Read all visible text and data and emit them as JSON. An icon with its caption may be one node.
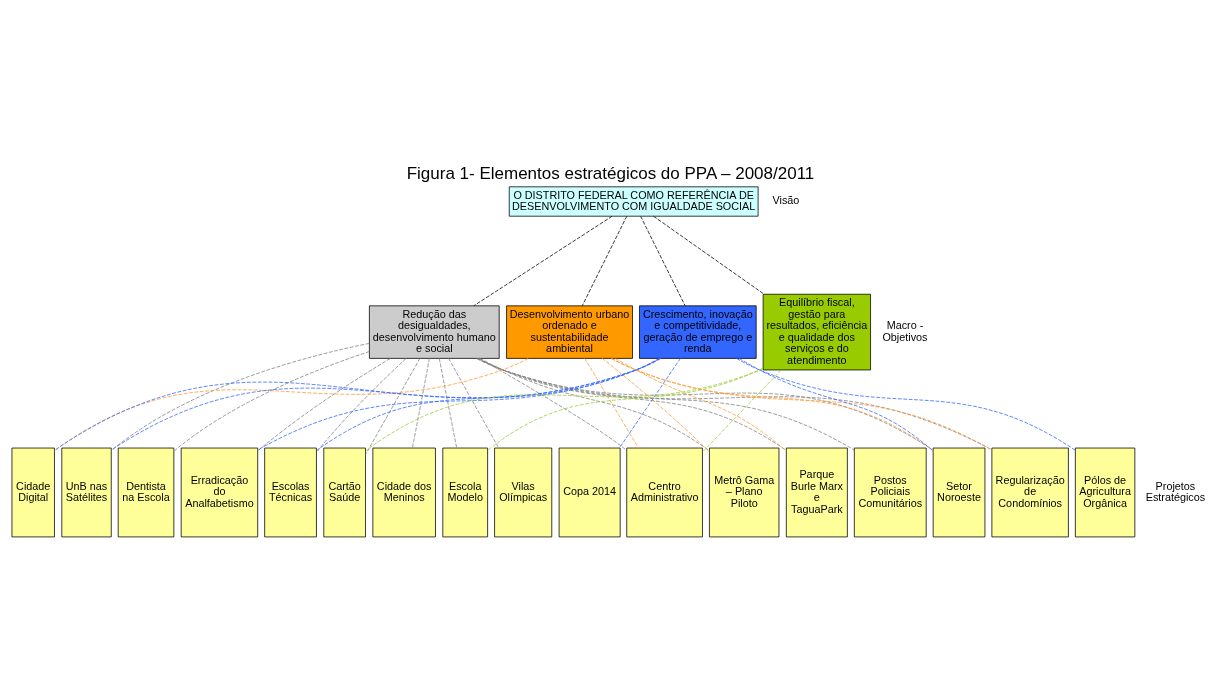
{
  "diagram": {
    "title": "Figura 1- Elementos estratégicos do PPA – 2008/2011",
    "nodes": [
      {
        "text": [
          "O DISTRITO FEDERAL COMO REFERÊNCIA DE DESENVOLVIMENTO COM IGUALDADE SOCIAL"
        ]
      },
      {
        "text": [
          "Redução das desigualdades, desenvolvimento humano e social"
        ]
      },
      {
        "text": [
          "Desenvolvimento urbano ordenado e sustentabilidade ambiental"
        ]
      },
      {
        "text": [
          "Crescimento, inovação e competitividade, geração de emprego e renda"
        ]
      },
      {
        "text": [
          "Equilíbrio fiscal, gestão para resultados, eficiência e qualidade dos serviços e do atendimento"
        ]
      },
      {
        "text": [
          "Cidade Digital"
        ]
      },
      {
        "text": [
          "UnB nas Satélites"
        ]
      },
      {
        "text": [
          "Dentista na Escola"
        ]
      },
      {
        "text": [
          "Erradicação do Analfabetismo"
        ]
      },
      {
        "text": [
          "Escolas Técnicas"
        ]
      },
      {
        "text": [
          "Cartão Saúde"
        ]
      },
      {
        "text": [
          "Cidade dos Meninos"
        ]
      },
      {
        "text": [
          "Escola Modelo"
        ]
      },
      {
        "text": [
          "Vilas Olímpicas"
        ]
      },
      {
        "text": [
          "Copa 2014"
        ]
      },
      {
        "text": [
          "Centro Administrativo"
        ]
      },
      {
        "text": [
          "Metrô Gama – Plano Piloto"
        ]
      },
      {
        "text": [
          "Parque Burle Marx e TaguaPark"
        ]
      },
      {
        "text": [
          "Postos Policiais Comunitários"
        ]
      },
      {
        "text": [
          "Setor Noroeste"
        ]
      },
      {
        "text": [
          "Regularização de Condomínios"
        ]
      },
      {
        "text": [
          "Pólos de Agricultura Orgânica"
        ]
      }
    ],
    "edges": [
      {
        "from": 0,
        "to": 1,
        "arrow": "none",
        "style": "dashed",
        "color": "#000000"
      },
      {
        "from": 0,
        "to": 2,
        "arrow": "none",
        "style": "dashed",
        "color": "#000000"
      },
      {
        "from": 0,
        "to": 3,
        "arrow": "none",
        "style": "dashed",
        "color": "#000000"
      },
      {
        "from": 0,
        "to": 4,
        "arrow": "none",
        "style": "dashed",
        "color": "#000000"
      },
      {
        "from": 1,
        "to": 6,
        "arrow": "none",
        "style": "dashed",
        "color": "#808080"
      },
      {
        "from": 1,
        "to": 7,
        "arrow": "none",
        "style": "dashed",
        "color": "#808080"
      },
      {
        "from": 1,
        "to": 8,
        "arrow": "none",
        "style": "dashed",
        "color": "#808080"
      },
      {
        "from": 1,
        "to": 9,
        "arrow": "none",
        "style": "dashed",
        "color": "#808080"
      },
      {
        "from": 1,
        "to": 10,
        "arrow": "none",
        "style": "dashed",
        "color": "#808080"
      },
      {
        "from": 1,
        "to": 11,
        "arrow": "none",
        "style": "dashed",
        "color": "#808080"
      },
      {
        "from": 1,
        "to": 12,
        "arrow": "none",
        "style": "dashed",
        "color": "#808080"
      },
      {
        "from": 1,
        "to": 13,
        "arrow": "none",
        "style": "dashed",
        "color": "#808080"
      },
      {
        "from": 1,
        "to": 15,
        "arrow": "none",
        "style": "dashed",
        "color": "#808080"
      },
      {
        "from": 1,
        "to": 16,
        "arrow": "none",
        "style": "dashed",
        "color": "#808080"
      },
      {
        "from": 1,
        "to": 17,
        "arrow": "none",
        "style": "dashed",
        "color": "#808080"
      },
      {
        "from": 1,
        "to": 18,
        "arrow": "none",
        "style": "dashed",
        "color": "#808080"
      },
      {
        "from": 1,
        "to": 19,
        "arrow": "none",
        "style": "dashed",
        "color": "#808080"
      },
      {
        "from": 1,
        "to": 20,
        "arrow": "none",
        "style": "dashed",
        "color": "#808080"
      },
      {
        "from": 2,
        "to": 5,
        "arrow": "none",
        "style": "dashed",
        "color": "#ff9933"
      },
      {
        "from": 2,
        "to": 15,
        "arrow": "none",
        "style": "dashed",
        "color": "#ff9933"
      },
      {
        "from": 2,
        "to": 16,
        "arrow": "none",
        "style": "dashed",
        "color": "#ff9933"
      },
      {
        "from": 2,
        "to": 17,
        "arrow": "none",
        "style": "dashed",
        "color": "#ff9933"
      },
      {
        "from": 2,
        "to": 19,
        "arrow": "none",
        "style": "dashed",
        "color": "#ff9933"
      },
      {
        "from": 2,
        "to": 20,
        "arrow": "none",
        "style": "dashed",
        "color": "#ff9933"
      },
      {
        "from": 3,
        "to": 5,
        "arrow": "none",
        "style": "dashed",
        "color": "#3366ff"
      },
      {
        "from": 3,
        "to": 6,
        "arrow": "none",
        "style": "dashed",
        "color": "#3366ff"
      },
      {
        "from": 3,
        "to": 8,
        "arrow": "none",
        "style": "dashed",
        "color": "#3366ff"
      },
      {
        "from": 3,
        "to": 9,
        "arrow": "none",
        "style": "dashed",
        "color": "#3366ff"
      },
      {
        "from": 3,
        "to": 14,
        "arrow": "none",
        "style": "dashed",
        "color": "#3366ff"
      },
      {
        "from": 3,
        "to": 19,
        "arrow": "none",
        "style": "dashed",
        "color": "#3366ff"
      },
      {
        "from": 3,
        "to": 21,
        "arrow": "none",
        "style": "dashed",
        "color": "#3366ff"
      },
      {
        "from": 4,
        "to": 10,
        "arrow": "none",
        "style": "dashed",
        "color": "#99cc33"
      },
      {
        "from": 4,
        "to": 12,
        "arrow": "none",
        "style": "dashed",
        "color": "#99cc33"
      },
      {
        "from": 4,
        "to": 15,
        "arrow": "none",
        "style": "dashed",
        "color": "#99cc33"
      }
    ],
    "labels": [
      "Visão",
      "Macro - Objetivos",
      "Projetos Estratégicos"
    ]
  }
}
